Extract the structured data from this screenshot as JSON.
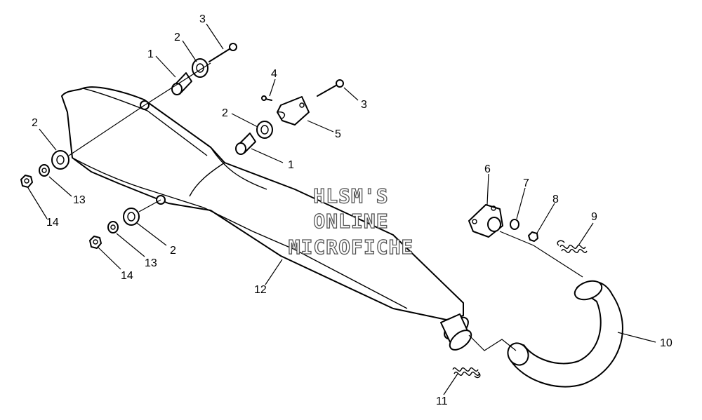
{
  "watermark": {
    "line1": "HLSM'S",
    "line2": "ONLINE",
    "line3": "MICROFICHE"
  },
  "callouts": [
    {
      "id": "c1a",
      "label": "1"
    },
    {
      "id": "c2a",
      "label": "2"
    },
    {
      "id": "c3a",
      "label": "3"
    },
    {
      "id": "c4",
      "label": "4"
    },
    {
      "id": "c3b",
      "label": "3"
    },
    {
      "id": "c2b",
      "label": "2"
    },
    {
      "id": "c5",
      "label": "5"
    },
    {
      "id": "c1b",
      "label": "1"
    },
    {
      "id": "c2c",
      "label": "2"
    },
    {
      "id": "c13a",
      "label": "13"
    },
    {
      "id": "c14a",
      "label": "14"
    },
    {
      "id": "c2d",
      "label": "2"
    },
    {
      "id": "c13b",
      "label": "13"
    },
    {
      "id": "c14b",
      "label": "14"
    },
    {
      "id": "c12",
      "label": "12"
    },
    {
      "id": "c6",
      "label": "6"
    },
    {
      "id": "c7",
      "label": "7"
    },
    {
      "id": "c8",
      "label": "8"
    },
    {
      "id": "c9",
      "label": "9"
    },
    {
      "id": "c10",
      "label": "10"
    },
    {
      "id": "c11",
      "label": "11"
    }
  ]
}
